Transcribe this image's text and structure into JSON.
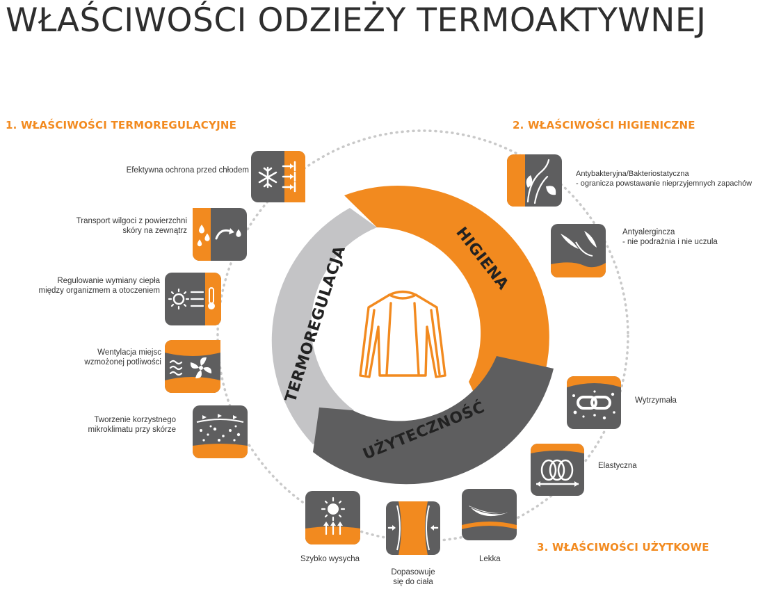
{
  "title": "WŁAŚCIWOŚCI ODZIEŻY TERMOAKTYWNEJ",
  "sections": {
    "termoregulacyjne": "1. WŁAŚCIWOŚCI TERMOREGULACYJNE",
    "higieniczne": "2. WŁAŚCIWOŚCI HIGIENICZNE",
    "uzytkowe": "3. WŁAŚCIWOŚCI UŻYTKOWE"
  },
  "ring": {
    "termoregulacja": "TERMOREGULACJA",
    "higiena": "HIGIENA",
    "uzytecznosc": "UŻYTECZNOŚĆ"
  },
  "features": {
    "chlod": {
      "lines": [
        "Efektywna ochrona przed chłodem"
      ],
      "icon": "snowflake-icon"
    },
    "wilgoc": {
      "lines": [
        "Transport wilgoci z powierzchni",
        "skóry na zewnątrz"
      ],
      "icon": "moisture-transport-icon"
    },
    "cieplo": {
      "lines": [
        "Regulowanie wymiany ciepła",
        "między organizmem a otoczeniem"
      ],
      "icon": "heat-exchange-icon"
    },
    "wentylacja": {
      "lines": [
        "Wentylacja miejsc",
        "wzmożonej potliwości"
      ],
      "icon": "ventilation-fan-icon"
    },
    "mikroklimat": {
      "lines": [
        "Tworzenie korzystnego",
        "mikroklimatu przy skórze"
      ],
      "icon": "microclimate-icon"
    },
    "antybakteryjna": {
      "lines": [
        "Antybakteryjna/Bakteriostatyczna",
        "- ogranicza powstawanie nieprzyjemnych zapachów"
      ],
      "icon": "leaf-icon"
    },
    "antyalergiczna": {
      "lines": [
        "Antyalergincza",
        "- nie podrażnia i nie uczula"
      ],
      "icon": "feather-hand-icon"
    },
    "wytrzymala": {
      "lines": [
        "Wytrzymała"
      ],
      "icon": "chain-link-icon"
    },
    "elastyczna": {
      "lines": [
        "Elastyczna"
      ],
      "icon": "elastic-coil-icon"
    },
    "lekka": {
      "lines": [
        "Lekka"
      ],
      "icon": "feather-icon"
    },
    "dopasowuje": {
      "lines": [
        "Dopasowuje",
        "się do ciała"
      ],
      "icon": "body-fit-icon"
    },
    "wysycha": {
      "lines": [
        "Szybko wysycha"
      ],
      "icon": "sun-dry-icon"
    }
  },
  "colors": {
    "orange": "#f28a1f",
    "dark_gray": "#5e5e5f",
    "light_gray": "#c4c4c6",
    "title": "#2e2e2e"
  }
}
